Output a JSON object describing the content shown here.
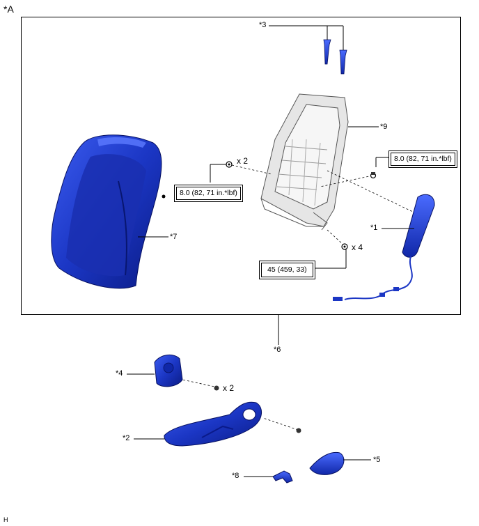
{
  "diagram_id": "*A",
  "footer_code": "H",
  "callouts": {
    "c1": "*1",
    "c2": "*2",
    "c3": "*3",
    "c4": "*4",
    "c5": "*5",
    "c6": "*6",
    "c7": "*7",
    "c8": "*8",
    "c9": "*9"
  },
  "quantities": {
    "q_x2_top": "x 2",
    "q_x4": "x 4",
    "q_x2_bottom": "x 2"
  },
  "torque_specs": {
    "left": "8.0 (82, 71 in.*lbf)",
    "right": "8.0 (82, 71 in.*lbf)",
    "bottom": "45 (459, 33)"
  },
  "colors": {
    "part_blue": "#1f3fcf",
    "part_dark": "#0a1a8a",
    "frame_grey": "#d8d8d8"
  }
}
